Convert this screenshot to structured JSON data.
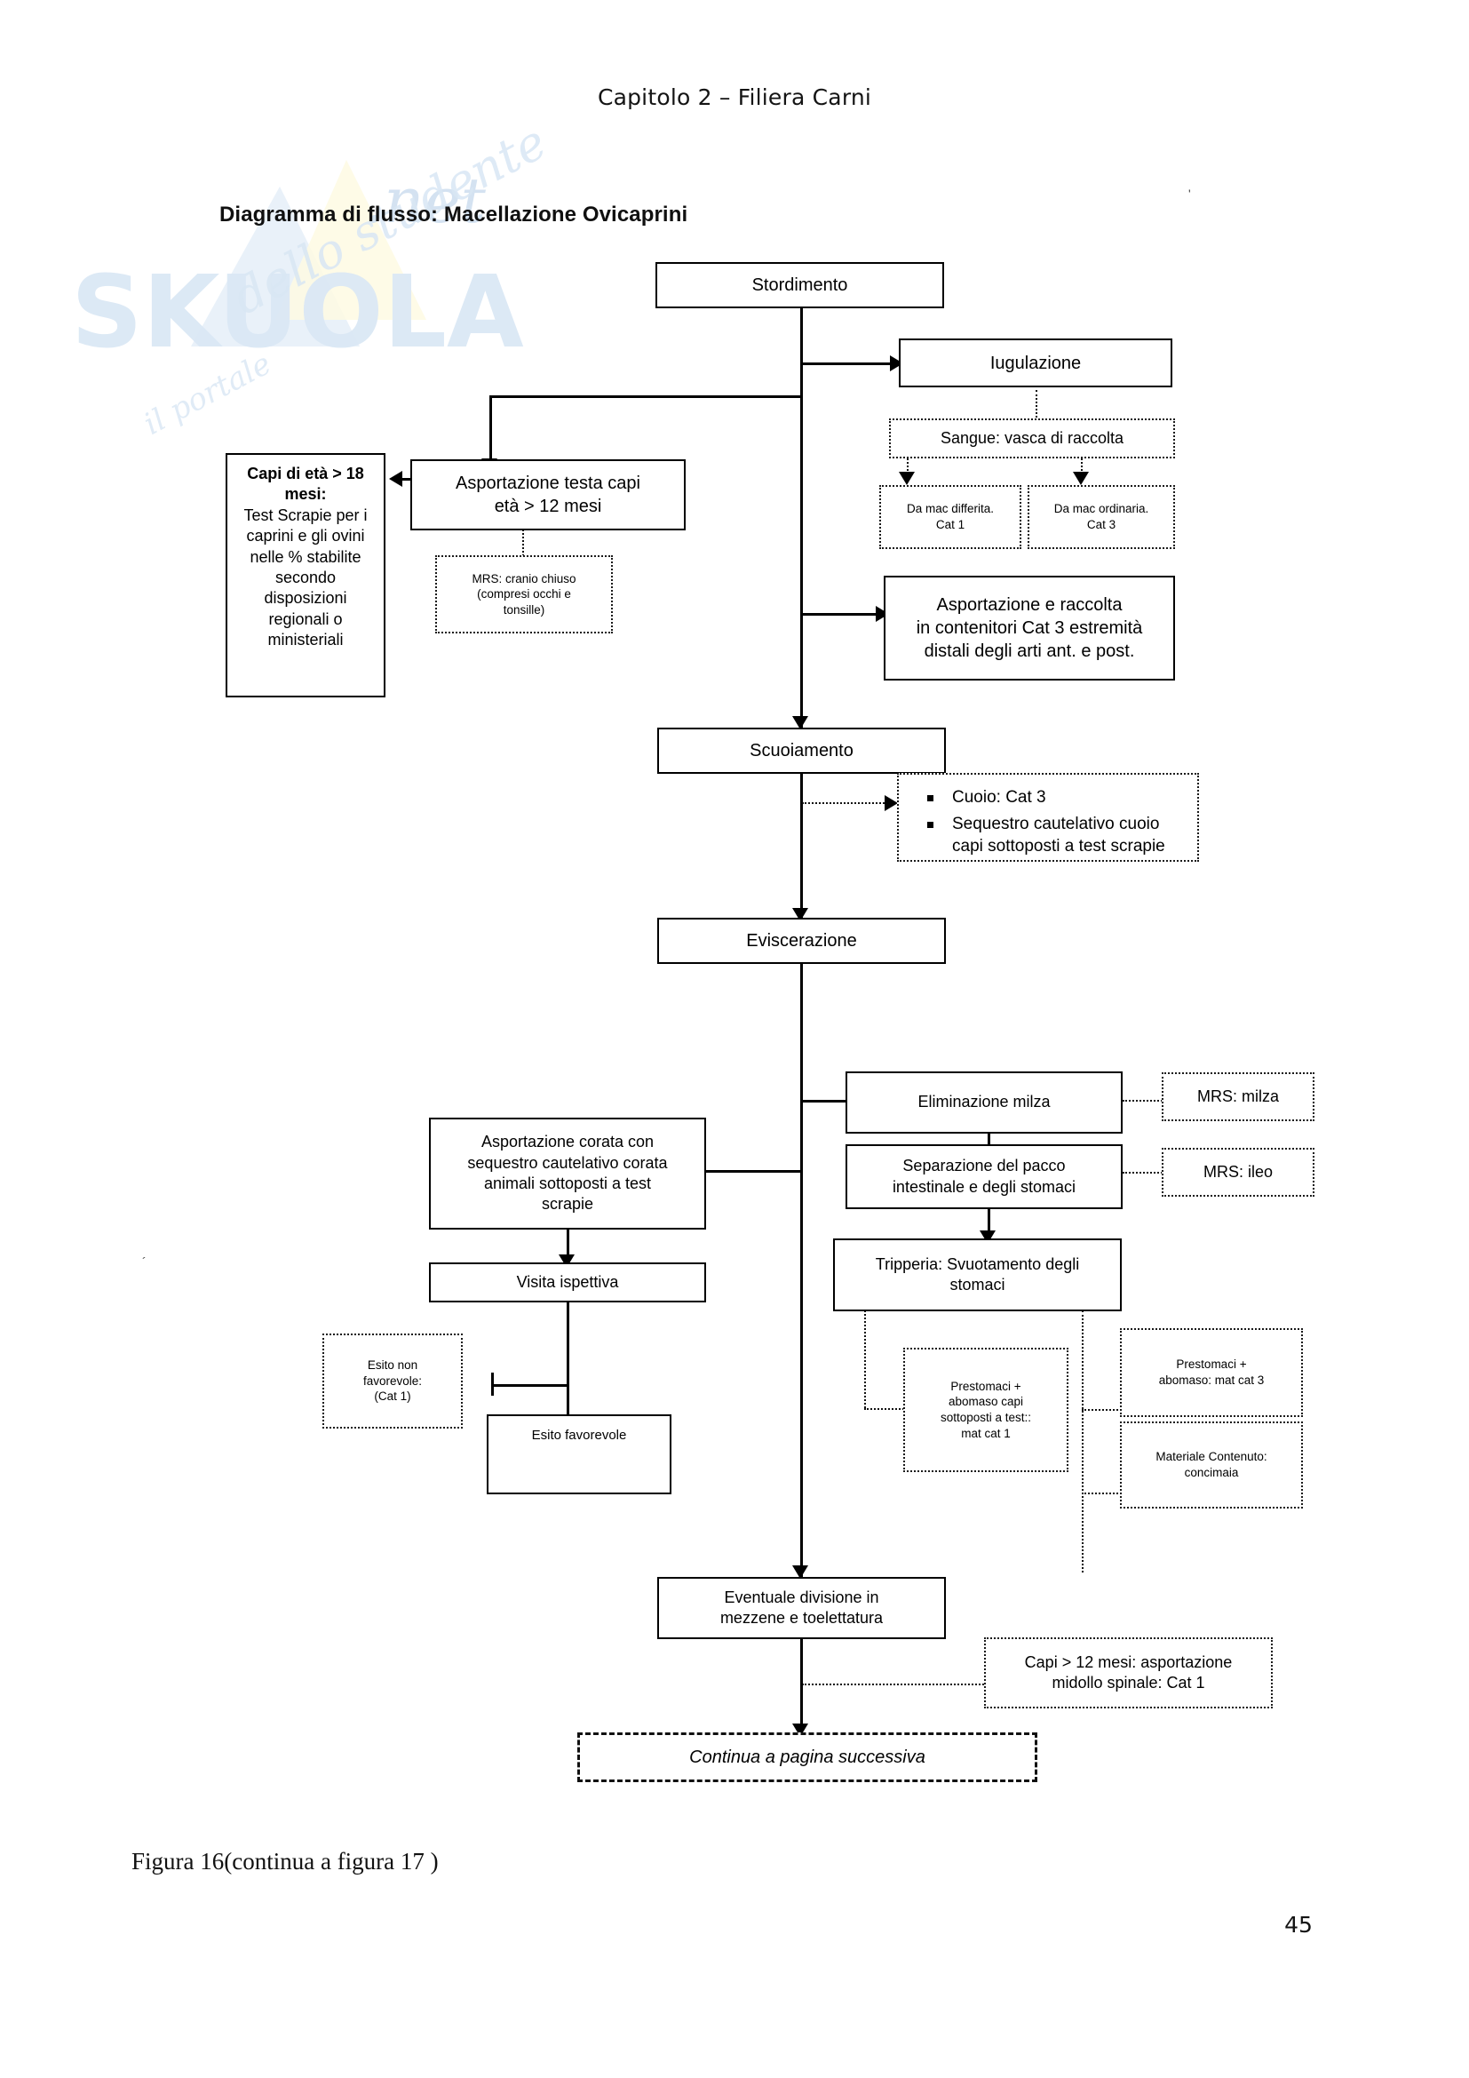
{
  "document": {
    "header": "Capitolo 2 – Filiera Carni",
    "figure_caption": "Figura 16(continua a figura 17 )",
    "page_number": "45"
  },
  "diagram": {
    "title": "Diagramma di flusso: Macellazione Ovicaprini",
    "type": "flowchart",
    "nodes": [
      {
        "id": "stordimento",
        "label": "Stordimento",
        "style": "solid"
      },
      {
        "id": "iugulazione",
        "label": "Iugulazione",
        "style": "solid"
      },
      {
        "id": "sangue",
        "label": "Sangue: vasca di raccolta",
        "style": "dotted"
      },
      {
        "id": "mac-differita",
        "label": "Da mac differita.\nCat 1",
        "style": "dotted"
      },
      {
        "id": "mac-ordinaria",
        "label": "Da mac ordinaria.\nCat 3",
        "style": "dotted"
      },
      {
        "id": "asport-testa",
        "label": "Asportazione testa capi\netà  > 12 mesi",
        "style": "solid"
      },
      {
        "id": "mrs-cranio",
        "label": "MRS: cranio chiuso\n(compresi occhi e\ntonsille)",
        "style": "dotted"
      },
      {
        "id": "capi-18-mesi",
        "label": "Capi di età > 18\nmesi:",
        "label2": "Test Scrapie per i\ncaprini e gli ovini\nnelle % stabilite\nsecondo\ndisposizioni\nregionali o\nministeriali",
        "style": "solid"
      },
      {
        "id": "asport-arti",
        "label": "Asportazione e raccolta\nin contenitori Cat 3 estremità\ndistali degli arti ant. e post.",
        "style": "solid"
      },
      {
        "id": "scuoiamento",
        "label": "Scuoiamento",
        "style": "solid"
      },
      {
        "id": "cuoio",
        "bullets": [
          "Cuoio: Cat 3",
          "Sequestro cautelativo cuoio\ncapi sottoposti a test scrapie"
        ],
        "style": "dotted"
      },
      {
        "id": "eviscerazione",
        "label": "Eviscerazione",
        "style": "solid"
      },
      {
        "id": "elim-milza",
        "label": "Eliminazione milza",
        "style": "solid"
      },
      {
        "id": "mrs-milza",
        "label": "MRS: milza",
        "style": "dotted"
      },
      {
        "id": "sep-pacco",
        "label": "Separazione del pacco\nintestinale e degli stomaci",
        "style": "solid"
      },
      {
        "id": "mrs-ileo",
        "label": "MRS: ileo",
        "style": "dotted"
      },
      {
        "id": "tripperia",
        "label": "Tripperia: Svuotamento degli\nstomaci",
        "style": "solid"
      },
      {
        "id": "prest-cat1",
        "label": "Prestomaci +\nabomaso capi\nsottoposti a test::\nmat  cat 1",
        "style": "dotted"
      },
      {
        "id": "prest-cat3",
        "label": "Prestomaci +\nabomaso: mat  cat 3",
        "style": "dotted"
      },
      {
        "id": "mat-contenuto",
        "label": "Materiale Contenuto:\nconcimaia",
        "style": "dotted"
      },
      {
        "id": "asport-corata",
        "label": "Asportazione corata con\nsequestro cautelativo  corata\nanimali sottoposti a test\nscrapie",
        "style": "solid"
      },
      {
        "id": "visita",
        "label": "Visita ispettiva",
        "style": "solid"
      },
      {
        "id": "esito-non-fav",
        "label": "Esito non\nfavorevole:\n(Cat 1)",
        "style": "dotted"
      },
      {
        "id": "esito-fav",
        "label": "Esito favorevole",
        "style": "solid"
      },
      {
        "id": "mezzene",
        "label": "Eventuale  divisione in\nmezzene e toelettatura",
        "style": "solid"
      },
      {
        "id": "midollo",
        "label": "Capi > 12 mesi: asportazione\nmidollo spinale: Cat 1",
        "style": "dotted"
      },
      {
        "id": "continua",
        "label": "Continua a  pagina successiva",
        "style": "dashdot"
      }
    ]
  }
}
